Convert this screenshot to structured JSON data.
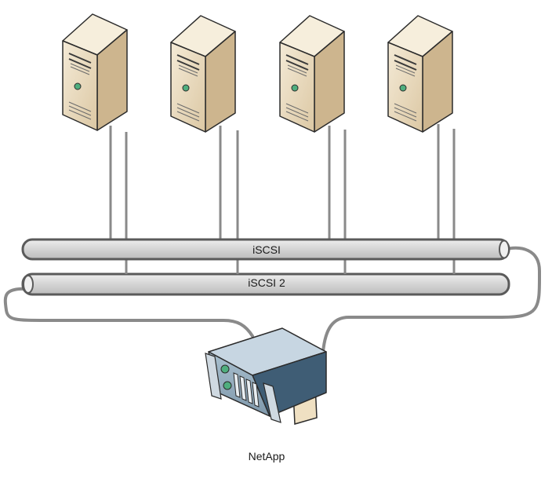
{
  "labels": {
    "bus_1": "iSCSI",
    "bus_2": "iSCSI 2",
    "storage": "NetApp"
  },
  "colors": {
    "server_front": "#ede0c6",
    "server_side": "#cdb58e",
    "server_top": "#f6eedc",
    "bus_fill": "#d9d9d9",
    "bus_outline": "#5a5a5a",
    "cable": "#8a8a8a",
    "storage_front": "#8ea9bb",
    "storage_top": "#c7d6e2",
    "storage_side": "#3f5d75",
    "led": "#4fae7e"
  },
  "icons": {
    "server": "server-tower-icon",
    "storage": "storage-array-icon"
  },
  "server_count": 4
}
